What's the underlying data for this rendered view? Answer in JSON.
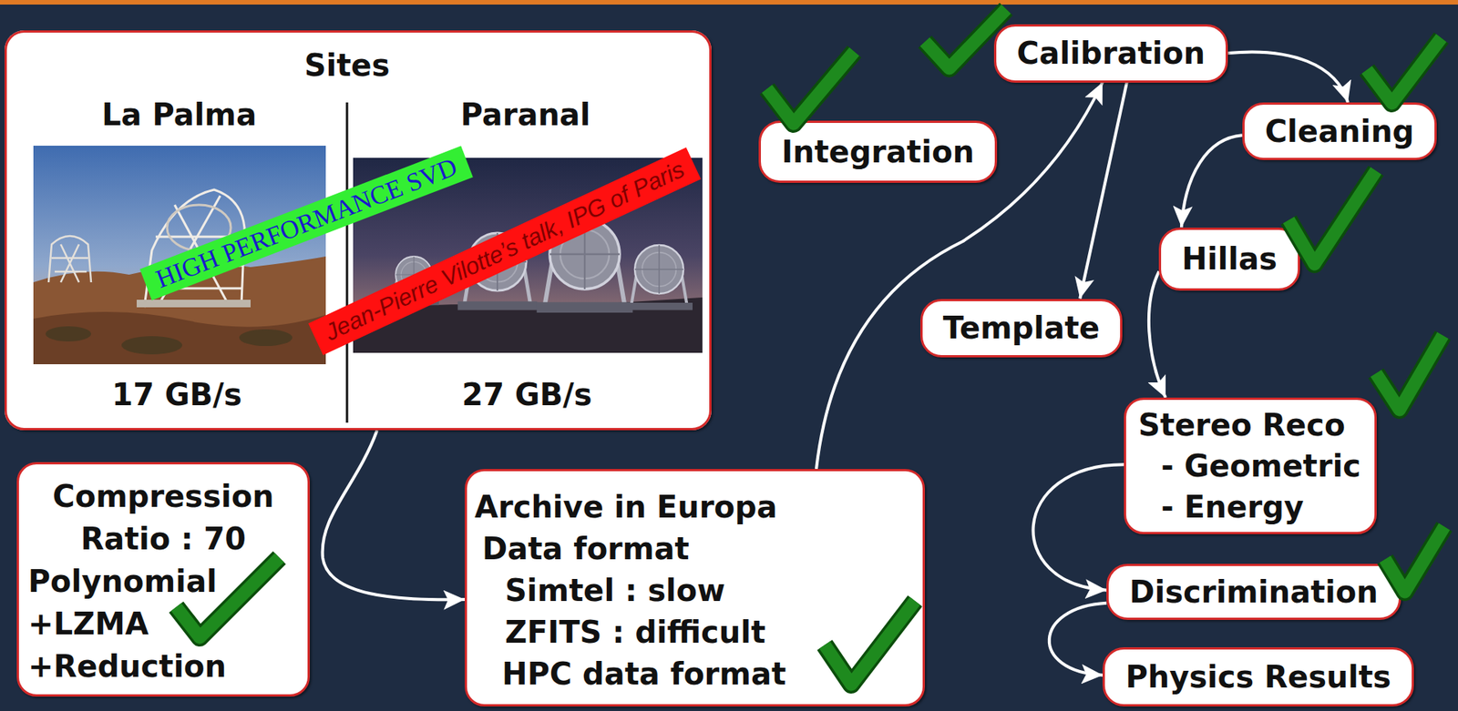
{
  "diagram": {
    "nodes": [
      {
        "text": [
          "Sites",
          "La Palma",
          "Paranal",
          "17 GB/s",
          "27 GB/s"
        ]
      },
      {
        "text": [
          "Compression",
          "Ratio : 70",
          "Polynomial",
          "+LZMA",
          "+Reduction"
        ]
      },
      {
        "text": [
          "Archive in Europa",
          "Data format",
          "Simtel : slow",
          "ZFITS : difficult",
          "HPC data format"
        ]
      },
      {
        "text": [
          "Integration"
        ]
      },
      {
        "text": [
          "Calibration"
        ]
      },
      {
        "text": [
          "Cleaning"
        ]
      },
      {
        "text": [
          "Hillas"
        ]
      },
      {
        "text": [
          "Template"
        ]
      },
      {
        "text": [
          "Stereo Reco",
          "- Geometric",
          "- Energy"
        ]
      },
      {
        "text": [
          "Discrimination"
        ]
      },
      {
        "text": [
          "Physics Results"
        ]
      }
    ],
    "edges": [
      {
        "from": 0,
        "to": 2,
        "arrow": "to"
      },
      {
        "from": 2,
        "to": 4,
        "arrow": "to"
      },
      {
        "from": 4,
        "to": 5,
        "arrow": "to"
      },
      {
        "from": 4,
        "to": 7,
        "arrow": "to"
      },
      {
        "from": 5,
        "to": 6,
        "arrow": "to"
      },
      {
        "from": 6,
        "to": 8,
        "arrow": "to"
      },
      {
        "from": 8,
        "to": 9,
        "arrow": "to"
      },
      {
        "from": 9,
        "to": 10,
        "arrow": "to"
      }
    ],
    "labels": [
      "HIGH PERFORMANCE SVD",
      "Jean-Pierre Vilotte’s talk, IPG of Paris"
    ]
  }
}
